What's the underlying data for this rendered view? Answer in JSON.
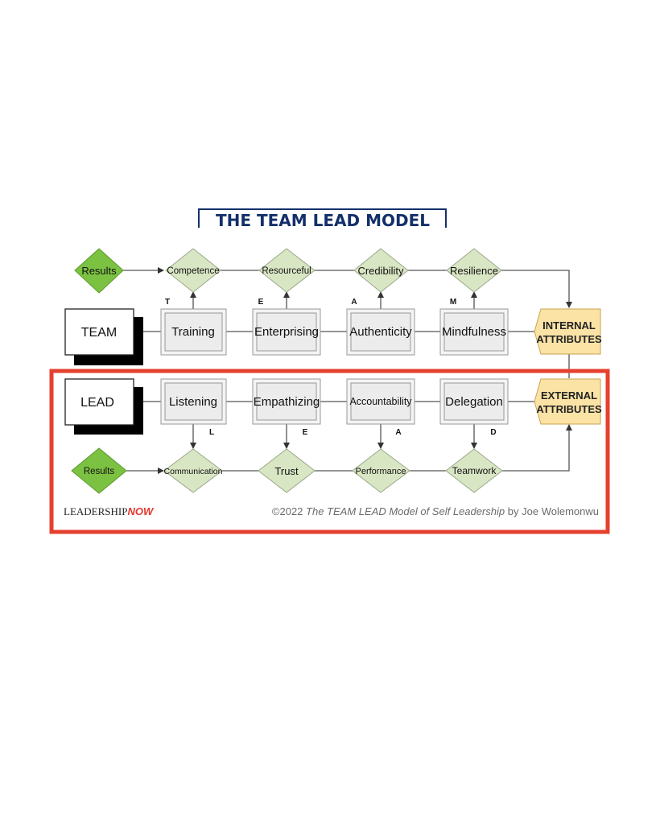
{
  "title": "THE TEAM LEAD MODEL",
  "top_row": {
    "results": "Results",
    "diamonds": [
      "Competence",
      "Resourceful",
      "Credibility",
      "Resilience"
    ],
    "letters": [
      "T",
      "E",
      "A",
      "M"
    ],
    "boxes": [
      "Training",
      "Enterprising",
      "Authenticity",
      "Mindfulness"
    ],
    "label": "TEAM",
    "attribute": [
      "INTERNAL",
      "ATTRIBUTES"
    ]
  },
  "bottom_row": {
    "label": "LEAD",
    "boxes": [
      "Listening",
      "Empathizing",
      "Accountability",
      "Delegation"
    ],
    "letters": [
      "L",
      "E",
      "A",
      "D"
    ],
    "results": "Results",
    "diamonds": [
      "Communication",
      "Trust",
      "Performance",
      "Teamwork"
    ],
    "attribute": [
      "EXTERNAL",
      "ATTRIBUTES"
    ]
  },
  "footer": {
    "logo_part1": "LEADERSHIP",
    "logo_part2": "NOW",
    "copyright_year": "©2022",
    "copyright_title": "The TEAM LEAD Model of Self Leadership",
    "copyright_author": "by Joe Wolemonwu"
  },
  "colors": {
    "title": "#14306a",
    "results_green": "#7cc242",
    "diamond_fill": "#d9e6c4",
    "box_fill": "#ececec",
    "attribute_fill": "#fbe3a6",
    "highlight_border": "#e4412f",
    "logo_accent": "#e4382b"
  }
}
